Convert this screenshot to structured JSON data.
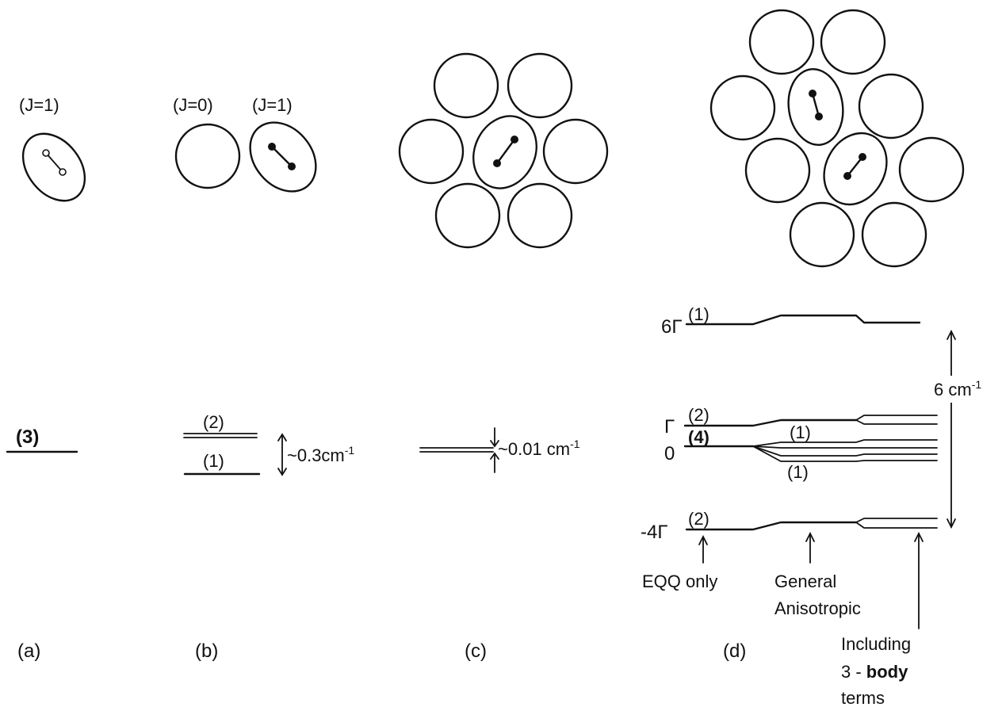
{
  "molecule_labels": {
    "a_j1": "(J=1)",
    "b_j0": "(J=0)",
    "b_j1": "(J=1)"
  },
  "panel_labels": [
    "(a)",
    "(b)",
    "(c)",
    "(d)"
  ],
  "panel_a": {
    "level_degeneracy": "(3)"
  },
  "panel_b": {
    "upper_degeneracy": "(2)",
    "lower_degeneracy": "(1)",
    "splitting": "~0.3cm",
    "splitting_exp": "-1"
  },
  "panel_c": {
    "splitting": "~0.01 cm",
    "splitting_exp": "-1"
  },
  "panel_d": {
    "energy_labels": [
      "6Γ",
      "Γ",
      "0",
      "-4Γ"
    ],
    "degeneracies": [
      "(1)",
      "(2)",
      "(4)",
      "(2)"
    ],
    "split_degeneracies": [
      "(1)",
      "(1)"
    ],
    "total_splitting": "6 cm",
    "total_splitting_exp": "-1",
    "column_labels": {
      "eqq": "EQQ  only",
      "general_1": "General",
      "general_2": "Anisotropic",
      "three_body_1": "Including",
      "three_body_2a": "3 - ",
      "three_body_2b": "body",
      "three_body_3": "terms"
    }
  }
}
